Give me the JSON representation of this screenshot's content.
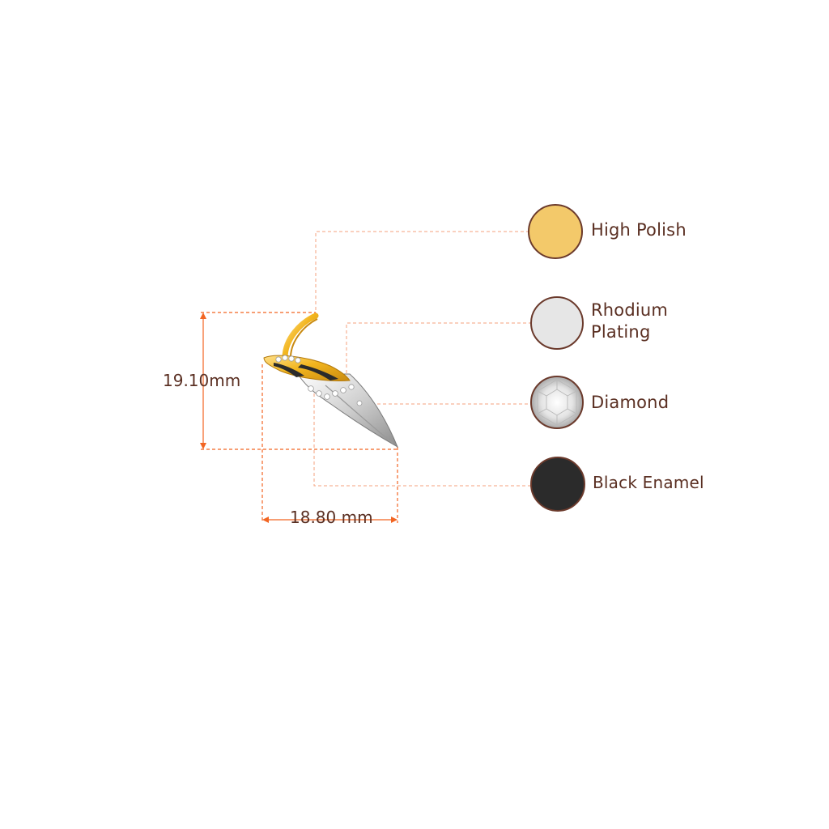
{
  "dimensions": {
    "height": "19.10mm",
    "width": "18.80 mm"
  },
  "legend": [
    {
      "id": "high-polish",
      "label": "High Polish",
      "color": "#f3c96a"
    },
    {
      "id": "rhodium-plating",
      "label": "Rhodium Plating",
      "label_line1": "Rhodium",
      "label_line2": "Plating",
      "color": "#e6e6e6"
    },
    {
      "id": "diamond",
      "label": "Diamond",
      "color": "#f2f2f2"
    },
    {
      "id": "black-enamel",
      "label": "Black Enamel",
      "color": "#2b2b2b"
    }
  ],
  "colors": {
    "leader_line": "#f4a27c",
    "dimension_line": "#f26522",
    "swatch_border": "#6b3a2c",
    "text": "#5a2f22"
  }
}
